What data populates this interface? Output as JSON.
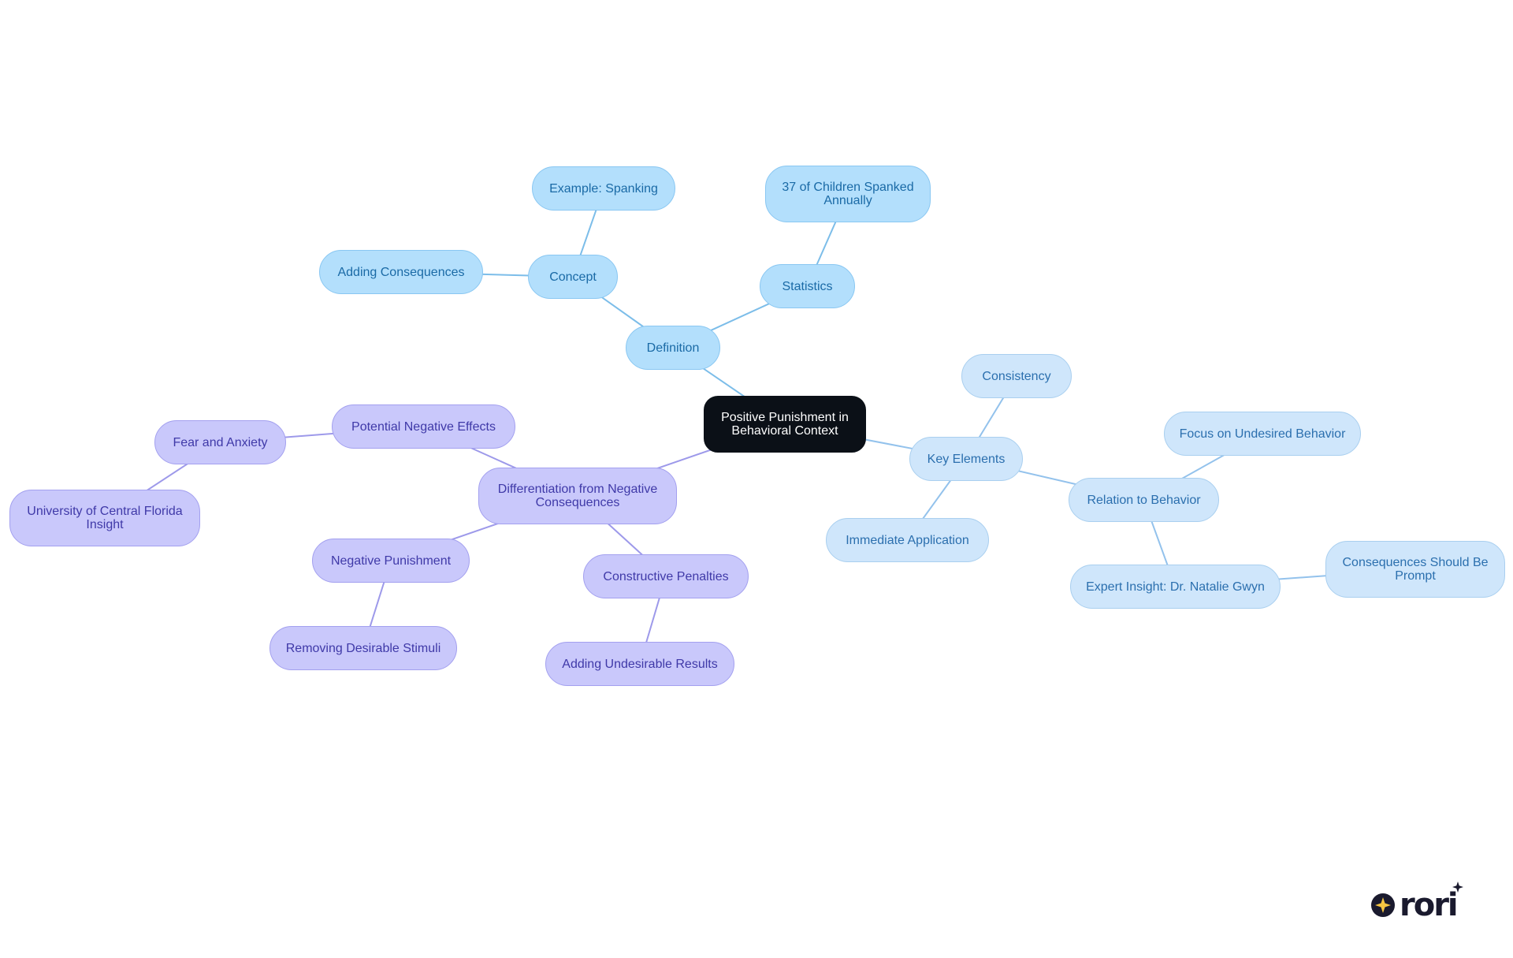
{
  "colors": {
    "root_bg": "#0b1017",
    "blue_branch": "#b3dffc",
    "light_blue_branch": "#cfe6fb",
    "purple_branch": "#c9c8fb",
    "blue_edge": "#7cbde9",
    "light_blue_edge": "#93c2ec",
    "purple_edge": "#9d99ea"
  },
  "mindmap": {
    "root": "Positive Punishment in Behavioral Context",
    "nodes": {
      "definition": "Definition",
      "concept": "Concept",
      "example_spanking": "Example: Spanking",
      "adding_consequences": "Adding Consequences",
      "statistics": "Statistics",
      "children_spanked": "37 of Children Spanked Annually",
      "key_elements": "Key Elements",
      "consistency": "Consistency",
      "immediate_application": "Immediate Application",
      "relation_to_behavior": "Relation to Behavior",
      "focus_undesired": "Focus on Undesired Behavior",
      "expert_insight": "Expert Insight: Dr. Natalie Gwyn",
      "consequences_prompt": "Consequences Should Be Prompt",
      "differentiation": "Differentiation from Negative Consequences",
      "potential_negative_effects": "Potential Negative Effects",
      "fear_anxiety": "Fear and Anxiety",
      "ucf_insight": "University of Central Florida Insight",
      "negative_punishment": "Negative Punishment",
      "removing_stimuli": "Removing Desirable Stimuli",
      "constructive_penalties": "Constructive Penalties",
      "adding_undesirable": "Adding Undesirable Results"
    },
    "edges": [
      [
        "root",
        "definition"
      ],
      [
        "definition",
        "concept"
      ],
      [
        "concept",
        "example_spanking"
      ],
      [
        "concept",
        "adding_consequences"
      ],
      [
        "definition",
        "statistics"
      ],
      [
        "statistics",
        "children_spanked"
      ],
      [
        "root",
        "key_elements"
      ],
      [
        "key_elements",
        "consistency"
      ],
      [
        "key_elements",
        "immediate_application"
      ],
      [
        "key_elements",
        "relation_to_behavior"
      ],
      [
        "relation_to_behavior",
        "focus_undesired"
      ],
      [
        "relation_to_behavior",
        "expert_insight"
      ],
      [
        "expert_insight",
        "consequences_prompt"
      ],
      [
        "root",
        "differentiation"
      ],
      [
        "differentiation",
        "potential_negative_effects"
      ],
      [
        "potential_negative_effects",
        "fear_anxiety"
      ],
      [
        "fear_anxiety",
        "ucf_insight"
      ],
      [
        "differentiation",
        "negative_punishment"
      ],
      [
        "negative_punishment",
        "removing_stimuli"
      ],
      [
        "differentiation",
        "constructive_penalties"
      ],
      [
        "constructive_penalties",
        "adding_undesirable"
      ]
    ]
  },
  "logo": {
    "text": "rori",
    "icon": "star-icon"
  }
}
